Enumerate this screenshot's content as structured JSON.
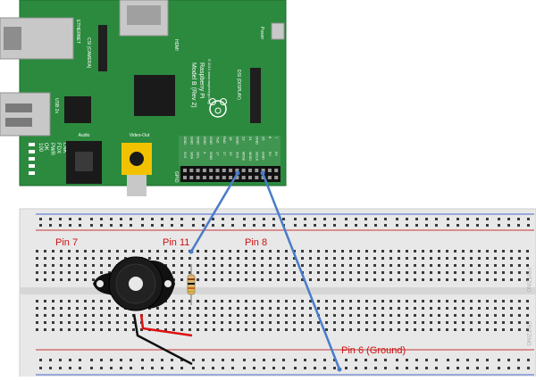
{
  "pi": {
    "model_line1": "Raspberry Pi",
    "model_line2": "Model B (Rev 2)",
    "copyright": "© 2012 www.raspberrypi.org",
    "labels": {
      "ethernet": "ETHERNET",
      "hdmi": "HDMI",
      "csi": "CSI (CAMERA)",
      "dsi": "DSI (DISPLAY)",
      "usb": "USB 2x",
      "audio": "Audio",
      "video": "Video-Out",
      "power": "Power",
      "gpio": "GPIO",
      "leds": [
        "OK",
        "PWR",
        "FDX",
        "LNK",
        "100"
      ]
    },
    "gpio_top": [
      "GND",
      "GND",
      "GND",
      "GND",
      "GND",
      "TxD",
      "RxD",
      "18",
      "GND",
      "23",
      "24",
      "GND",
      "25",
      "8",
      "7"
    ],
    "gpio_bottom": [
      "3V3",
      "SDA",
      "SCL",
      "4",
      "GND",
      "17",
      "27",
      "22",
      "3V3",
      "MOSI",
      "MISO",
      "SCLK",
      "GND",
      "5V",
      "5V"
    ]
  },
  "labels": {
    "pin7": "Pin 7",
    "pin11": "Pin 11",
    "pin8": "Pin 8",
    "pin6": "Pin 6 (Ground)"
  },
  "breadboard": {
    "side_text_1": "FRITZING",
    "side_text_2": "FRITZING"
  },
  "colors": {
    "pcb": "#2b8a3e",
    "wire": "#4a7cc9",
    "label_red": "#cc1111",
    "breadboard": "#e6e6e6"
  }
}
